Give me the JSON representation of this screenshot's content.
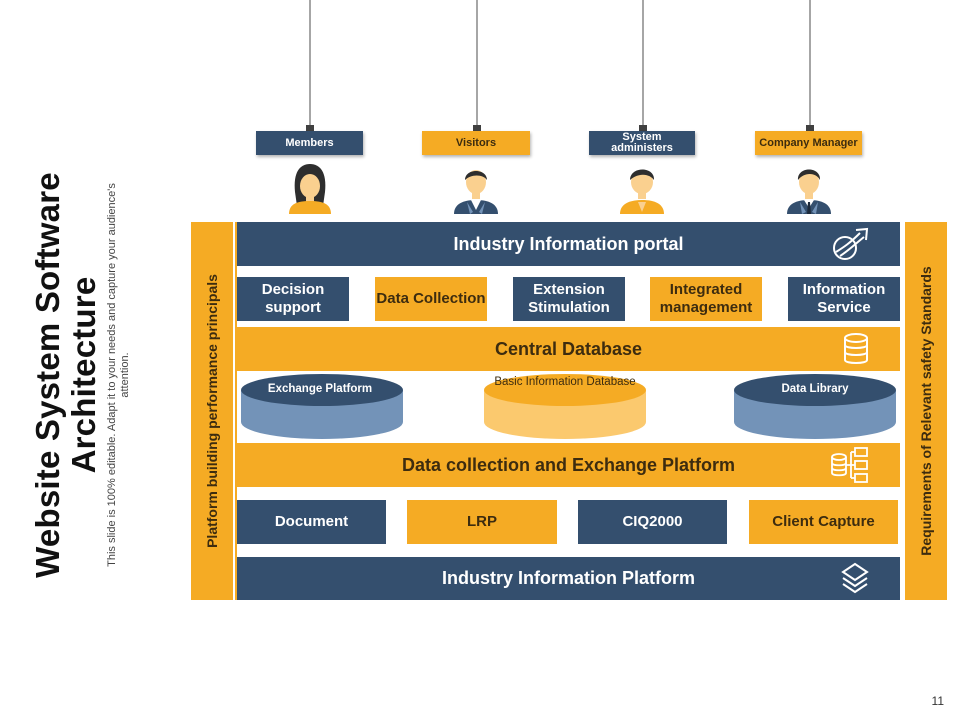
{
  "slide": {
    "title": "Website System Software Architecture",
    "subtitle": "This slide is 100% editable. Adapt it to your needs and capture your audience's attention.",
    "page_number": "11"
  },
  "roles": [
    {
      "label": "Members",
      "style": "navy",
      "avatar": "woman-icon"
    },
    {
      "label": "Visitors",
      "style": "orange",
      "avatar": "businessman-icon"
    },
    {
      "label": "System administers",
      "style": "navy",
      "avatar": "admin-man-icon"
    },
    {
      "label": "Company Manager",
      "style": "orange",
      "avatar": "manager-tie-icon"
    }
  ],
  "side_labels": {
    "left": "Platform building performance principals",
    "right": "Requirements of Relevant safety Standards"
  },
  "layers": {
    "portal": {
      "label": "Industry Information portal",
      "icon": "globe-arrow-icon"
    },
    "services": [
      {
        "label": "Decision support",
        "style": "navy"
      },
      {
        "label": "Data Collection",
        "style": "orange"
      },
      {
        "label": "Extension Stimulation",
        "style": "navy"
      },
      {
        "label": "Integrated management",
        "style": "orange"
      },
      {
        "label": "Information Service",
        "style": "navy"
      }
    ],
    "central_db": {
      "label": "Central Database",
      "icon": "database-icon"
    },
    "databases": [
      {
        "label": "Exchange Platform",
        "style": "navy"
      },
      {
        "label": "Basic Information Database",
        "style": "orange"
      },
      {
        "label": "Data Library",
        "style": "navy"
      }
    ],
    "exchange": {
      "label": "Data collection and Exchange Platform",
      "icon": "database-network-icon"
    },
    "sources": [
      {
        "label": "Document",
        "style": "navy"
      },
      {
        "label": "LRP",
        "style": "orange"
      },
      {
        "label": "CIQ2000",
        "style": "navy"
      },
      {
        "label": "Client Capture",
        "style": "orange"
      }
    ],
    "platform": {
      "label": "Industry Information Platform",
      "icon": "layers-icon"
    }
  },
  "colors": {
    "navy": "#344f6e",
    "orange": "#f5ab24",
    "light_blue": "#7393b8",
    "light_orange": "#fbc96e"
  }
}
